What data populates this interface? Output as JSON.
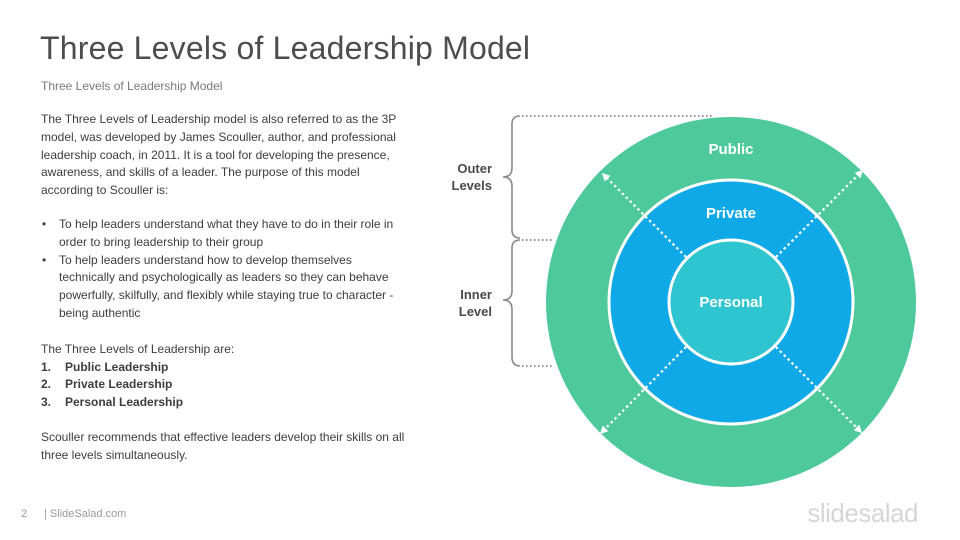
{
  "slide": {
    "title": "Three Levels of Leadership Model",
    "subtitle": "Three Levels of Leadership Model",
    "intro": "The Three Levels of Leadership model is also referred to as the 3P model, was developed by James Scouller, author, and professional leadership coach, in 2011. It is a tool for developing the presence, awareness, and skills of a leader. The purpose of this model according to Scouller is:",
    "bullets": [
      "To help leaders understand what they have to do in their role in order to bring leadership to their group",
      "To help leaders understand how to develop themselves technically and psychologically as leaders so they can behave powerfully, skilfully, and flexibly while staying true to character - being authentic"
    ],
    "levels_intro": "The Three Levels of Leadership are:",
    "levels": [
      {
        "num": "1.",
        "label": "Public Leadership"
      },
      {
        "num": "2.",
        "label": "Private Leadership"
      },
      {
        "num": "3.",
        "label": "Personal Leadership"
      }
    ],
    "closing": "Scouller recommends that effective leaders develop their skills on all three levels simultaneously."
  },
  "diagram": {
    "rings": {
      "outer": "Public",
      "middle": "Private",
      "inner": "Personal"
    },
    "brackets": {
      "outer_line1": "Outer",
      "outer_line2": "Levels",
      "inner_line1": "Inner",
      "inner_line2": "Level"
    },
    "colors": {
      "outer": "#4ec99b",
      "middle": "#10a9e8",
      "inner": "#2ec4d0",
      "bracket": "#8a8a8a"
    }
  },
  "footer": {
    "page_number": "2",
    "site": "| SlideSalad.com",
    "logo": "slidesalad"
  }
}
